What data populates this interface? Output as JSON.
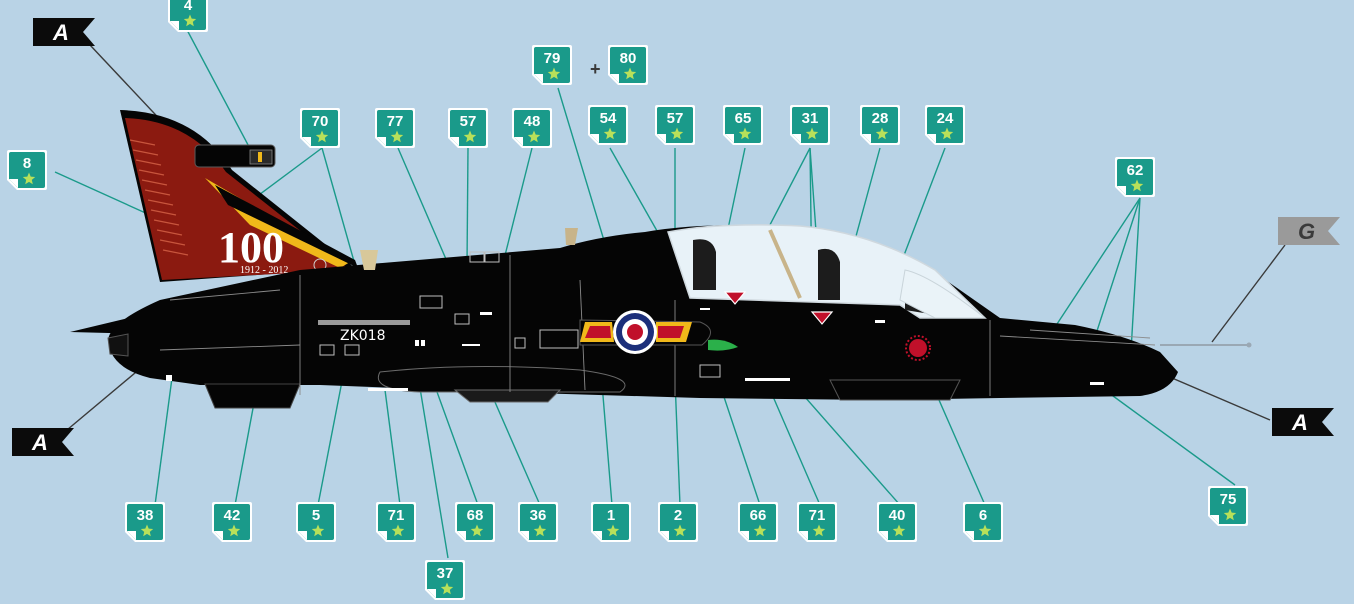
{
  "aircraft": {
    "registration": "ZK018",
    "tail_number": "100",
    "tail_years": "1912 - 2012"
  },
  "callouts": [
    {
      "id": "c4",
      "label": "4"
    },
    {
      "id": "c8",
      "label": "8"
    },
    {
      "id": "c70",
      "label": "70"
    },
    {
      "id": "c77",
      "label": "77"
    },
    {
      "id": "c57a",
      "label": "57"
    },
    {
      "id": "c48",
      "label": "48"
    },
    {
      "id": "c79",
      "label": "79"
    },
    {
      "id": "c80",
      "label": "80"
    },
    {
      "id": "c54",
      "label": "54"
    },
    {
      "id": "c57b",
      "label": "57"
    },
    {
      "id": "c65",
      "label": "65"
    },
    {
      "id": "c31",
      "label": "31"
    },
    {
      "id": "c28",
      "label": "28"
    },
    {
      "id": "c24",
      "label": "24"
    },
    {
      "id": "c62",
      "label": "62"
    },
    {
      "id": "c38",
      "label": "38"
    },
    {
      "id": "c42",
      "label": "42"
    },
    {
      "id": "c5",
      "label": "5"
    },
    {
      "id": "c71a",
      "label": "71"
    },
    {
      "id": "c68",
      "label": "68"
    },
    {
      "id": "c36",
      "label": "36"
    },
    {
      "id": "c1",
      "label": "1"
    },
    {
      "id": "c2",
      "label": "2"
    },
    {
      "id": "c66",
      "label": "66"
    },
    {
      "id": "c71b",
      "label": "71"
    },
    {
      "id": "c40",
      "label": "40"
    },
    {
      "id": "c6",
      "label": "6"
    },
    {
      "id": "c75",
      "label": "75"
    },
    {
      "id": "c37",
      "label": "37"
    }
  ],
  "plus_sign": "+",
  "view_flags": [
    {
      "id": "fA1",
      "letter": "A"
    },
    {
      "id": "fA2",
      "letter": "A"
    },
    {
      "id": "fA3",
      "letter": "A"
    },
    {
      "id": "fG",
      "letter": "G"
    }
  ],
  "colors": {
    "background": "#b9d3e6",
    "badge": "#1a9a8a",
    "leader": "#1a9a8a",
    "aircraft": "#050505",
    "tail_red": "#8b1a10",
    "tail_yellow": "#f0b81a",
    "roundel_blue": "#1c2f7a",
    "roundel_red": "#c0102a"
  }
}
